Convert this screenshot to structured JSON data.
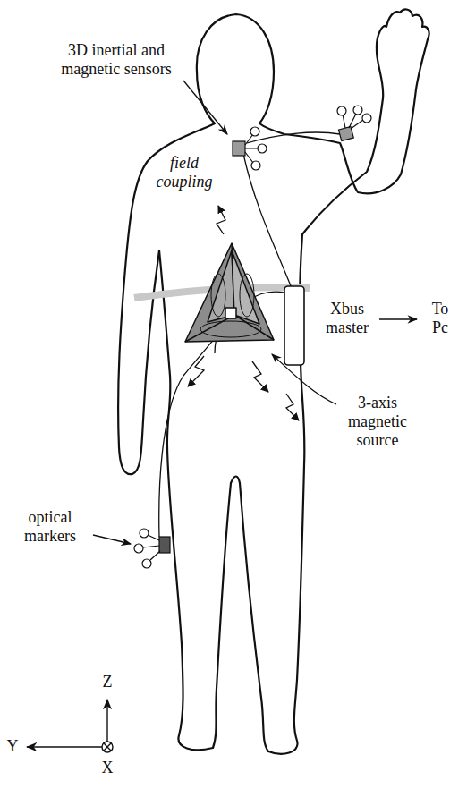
{
  "diagram": {
    "labels": [
      "3D inertial and magnetic sensors",
      "field coupling",
      "Xbus master",
      "To Pc",
      "3-axis magnetic source",
      "optical markers",
      "Z",
      "Y",
      "X"
    ]
  }
}
